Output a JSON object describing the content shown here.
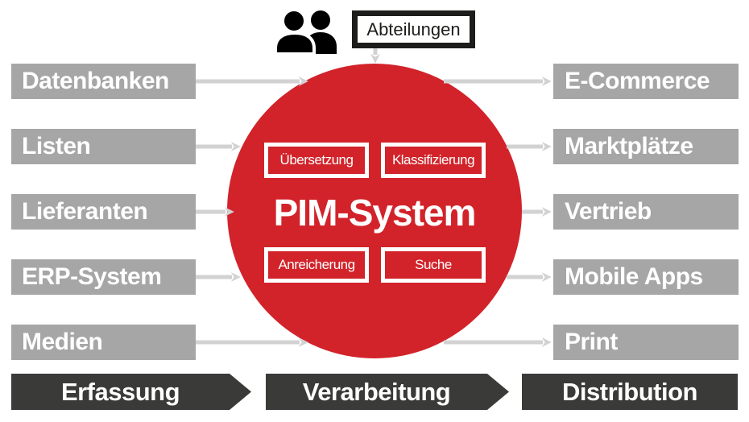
{
  "diagram": {
    "center": {
      "title": "PIM-System",
      "functions": {
        "uebersetzung": "Übersetzung",
        "klassifizierung": "Klassifizierung",
        "anreicherung": "Anreicherung",
        "suche": "Suche"
      }
    },
    "top_input": {
      "label": "Abteilungen",
      "icon": "people-icon"
    },
    "left_sources": [
      "Datenbanken",
      "Listen",
      "Lieferanten",
      "ERP-System",
      "Medien"
    ],
    "right_outputs": [
      "E-Commerce",
      "Marktplätze",
      "Vertrieb",
      "Mobile Apps",
      "Print"
    ],
    "bottom_stages": [
      "Erfassung",
      "Verarbeitung",
      "Distribution"
    ],
    "colors": {
      "red": "#d2232a",
      "box_gray": "#a6a6a6",
      "arrow_gray": "#d2d2d2",
      "banner_dark": "#3a3a38",
      "border_black": "#1d1d1b",
      "text_white": "#ffffff"
    }
  }
}
